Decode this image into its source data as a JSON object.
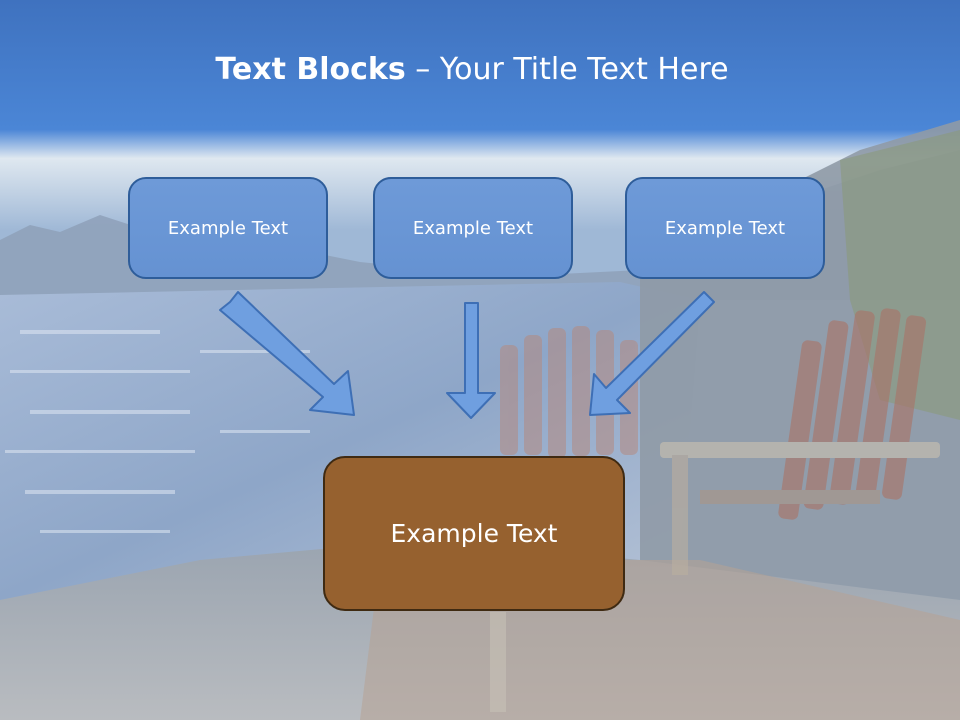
{
  "slide": {
    "title_bold": "Text Blocks",
    "title_sep": " – ",
    "title_rest": "Your Title Text Here"
  },
  "blocks": [
    {
      "label": "Example Text"
    },
    {
      "label": "Example Text"
    },
    {
      "label": "Example Text"
    }
  ],
  "center_block": {
    "label": "Example Text"
  },
  "colors": {
    "header_blue": "#4a7fd0",
    "block_fill": "#6e9ad8",
    "block_border": "#2e5d9a",
    "center_fill": "#96612f",
    "arrow_fill": "#6f9fe0"
  }
}
